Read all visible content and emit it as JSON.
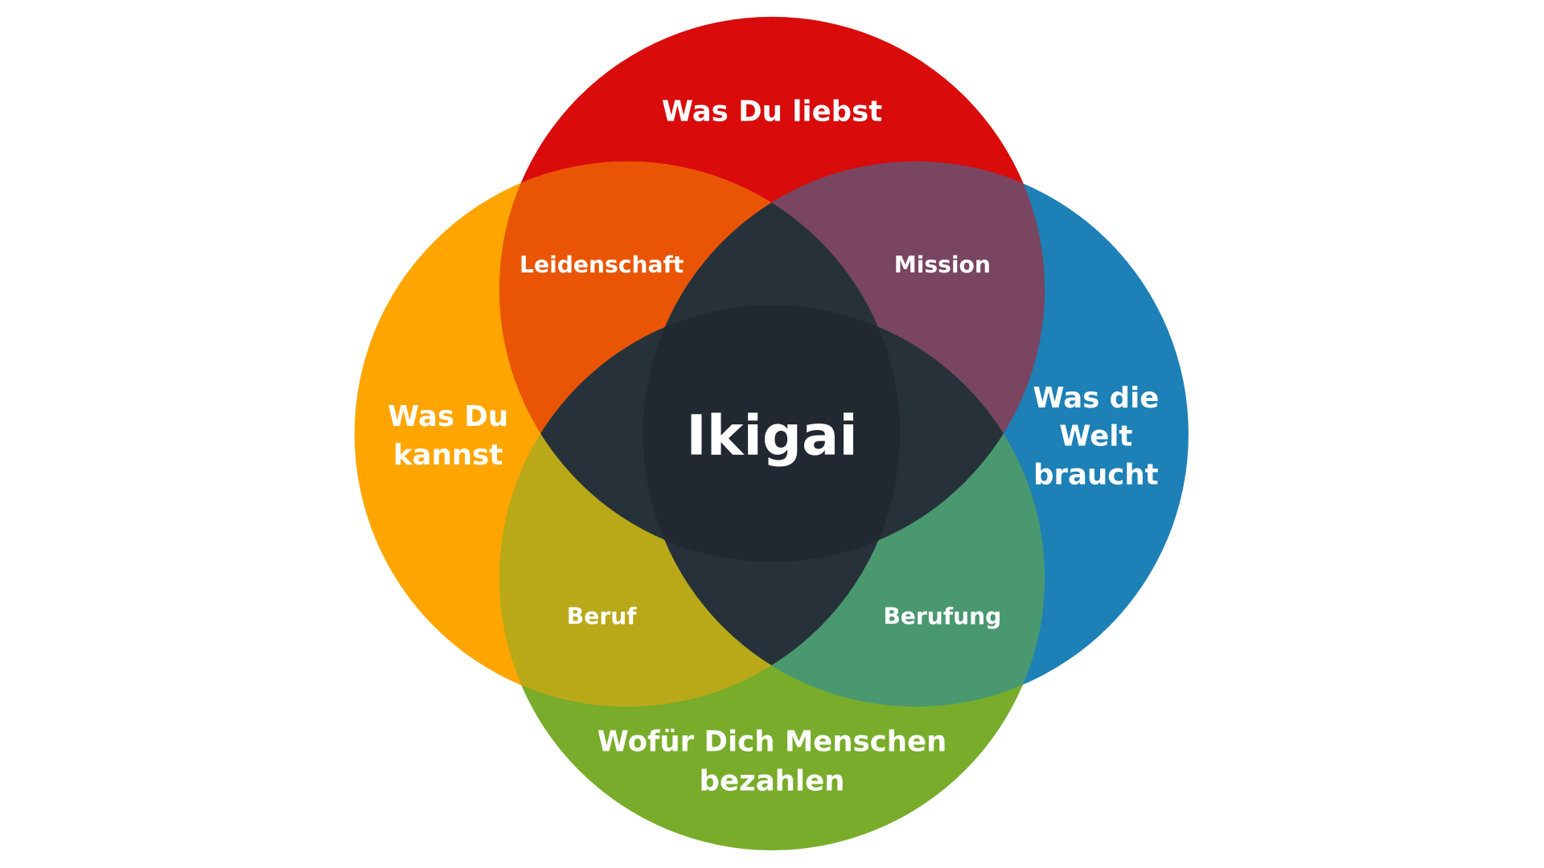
{
  "title": "Ikigai",
  "circles": {
    "love": {
      "label_lines": [
        "Was Du liebst"
      ],
      "color": "#D90B0B"
    },
    "good_at": {
      "label_lines": [
        "Was Du",
        "kannst"
      ],
      "color": "#FFA500"
    },
    "world_needs": {
      "label_lines": [
        "Was die",
        "Welt",
        "braucht"
      ],
      "color": "#1D80B6"
    },
    "paid_for": {
      "label_lines": [
        "Wofür Dich Menschen",
        "bezahlen"
      ],
      "color": "#78AC2A"
    }
  },
  "intersections": {
    "passion": {
      "label": "Leidenschaft",
      "color": "#EA5505"
    },
    "mission": {
      "label": "Mission",
      "color": "#7A4560"
    },
    "profession": {
      "label": "Beruf",
      "color": "#B9A919"
    },
    "vocation": {
      "label": "Berufung",
      "color": "#4A9870"
    }
  },
  "colors": {
    "triple": "#27313A",
    "center": "#222831"
  }
}
